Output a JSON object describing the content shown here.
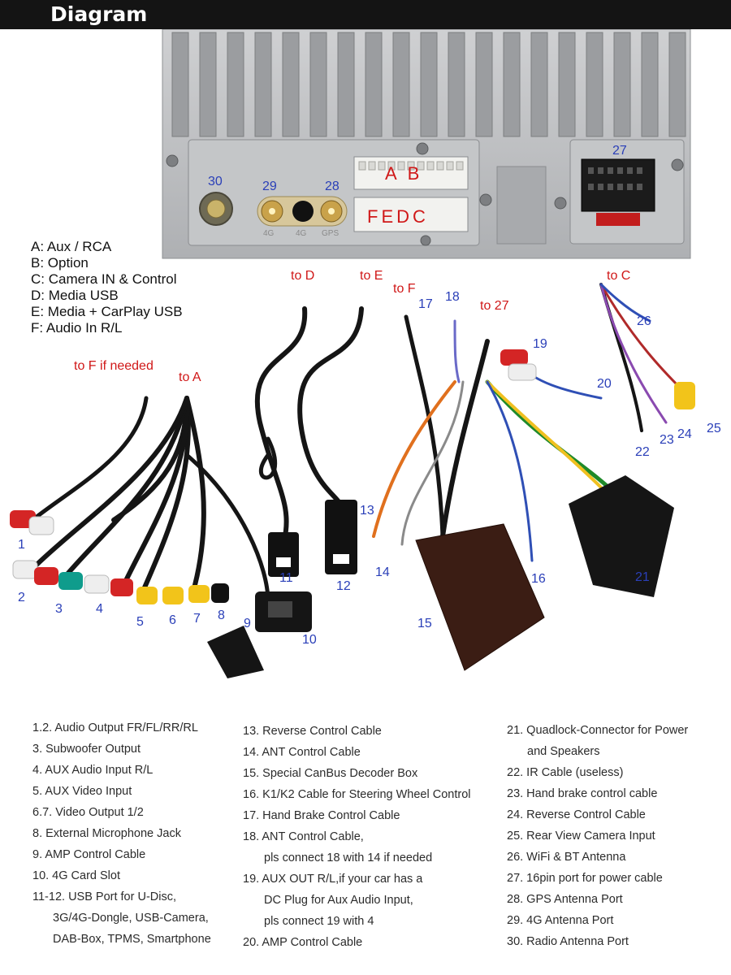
{
  "header": {
    "title": "Diagram"
  },
  "unit": {
    "connector_ab": "A B",
    "connector_fedc": "FEDC",
    "port_labels": [
      "4G",
      "4G",
      "GPS"
    ],
    "numbers": {
      "n30": "30",
      "n29": "29",
      "n28": "28",
      "n27": "27"
    }
  },
  "connector_legend": [
    "A: Aux / RCA",
    "B: Option",
    "C: Camera IN & Control",
    "D: Media USB",
    "E: Media + CarPlay USB",
    "F: Audio In R/L"
  ],
  "cable_labels": {
    "to_d": "to D",
    "to_e": "to E",
    "to_f": "to F",
    "to_c": "to C",
    "to_27": "to 27",
    "to_f_if_needed": "to F if needed",
    "to_a": "to A"
  },
  "callouts": [
    "1",
    "2",
    "3",
    "4",
    "5",
    "6",
    "7",
    "8",
    "9",
    "10",
    "11",
    "12",
    "13",
    "14",
    "15",
    "16",
    "17",
    "18",
    "19",
    "20",
    "21",
    "22",
    "23",
    "24",
    "25",
    "26"
  ],
  "parts_list": {
    "col1": [
      "1.2. Audio Output FR/FL/RR/RL",
      "3. Subwoofer Output",
      "4. AUX Audio Input R/L",
      "5. AUX Video Input",
      "6.7. Video Output 1/2",
      "8. External Microphone Jack",
      "9. AMP Control Cable",
      "10. 4G Card Slot",
      "11-12. USB Port for U-Disc,",
      "3G/4G-Dongle, USB-Camera,",
      "DAB-Box, TPMS, Smartphone"
    ],
    "col2": [
      "13. Reverse Control Cable",
      "14. ANT Control Cable",
      "15. Special CanBus Decoder Box",
      "16. K1/K2 Cable for Steering Wheel Control",
      "17. Hand Brake Control Cable",
      "18. ANT Control Cable,",
      "pls connect 18 with 14 if needed",
      "19. AUX OUT R/L,if your car has a",
      "DC Plug for Aux Audio Input,",
      "pls connect 19 with 4",
      "20. AMP Control Cable"
    ],
    "col3": [
      "21. Quadlock-Connector for Power",
      "and Speakers",
      "22. IR Cable (useless)",
      "23. Hand brake control cable",
      "24. Reverse Control Cable",
      "25. Rear View Camera Input",
      "26. WiFi & BT Antenna",
      "27. 16pin port for power cable",
      "28. GPS Antenna Port",
      "29. 4G Antenna Port",
      "30. Radio Antenna Port"
    ]
  }
}
